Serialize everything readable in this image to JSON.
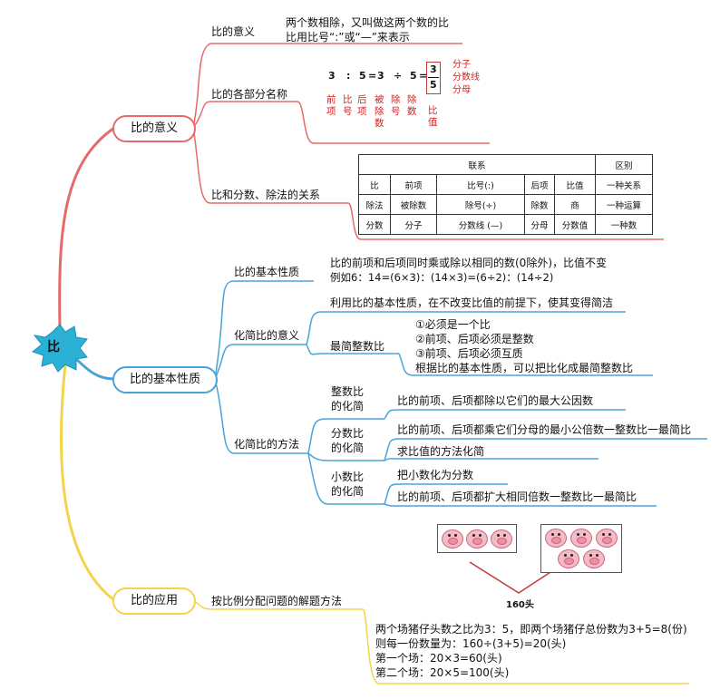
{
  "center": {
    "label": "比"
  },
  "colors": {
    "red": "#e66a6a",
    "blue": "#4aa3d8",
    "yellow": "#f4d34a",
    "center_fill": "#2bb0d6"
  },
  "branches": {
    "meaning": {
      "label": "比的意义",
      "items": {
        "definition_title": "比的意义",
        "definition_line1": "两个数相除，又叫做这两个数的比",
        "definition_line2": "比用比号“:”或“—”来表示",
        "parts_title": "比的各部分名称",
        "relation_title": "比和分数、除法的关系"
      },
      "parts_diagram": {
        "n3": "3",
        "colon": ":",
        "n5": "5",
        "eq1": "=",
        "n3b": "3",
        "div": "÷",
        "n5b": "5",
        "eq2": "=",
        "frac_top": "3",
        "frac_bottom": "5",
        "lbl_qian": "前项",
        "lbl_bihao": "比号",
        "lbl_hou": "后项",
        "lbl_beichu": "被除数",
        "lbl_chuhao": "除号",
        "lbl_chushu": "除数",
        "lbl_bizhi": "比值",
        "lbl_fenzi": "分子",
        "lbl_fenshuxian": "分数线",
        "lbl_fenmu": "分母"
      },
      "relation_table": {
        "header_link": "联系",
        "header_diff": "区别",
        "rows": [
          [
            "比",
            "前项",
            "比号(:)",
            "后项",
            "比值",
            "一种关系"
          ],
          [
            "除法",
            "被除数",
            "除号(÷)",
            "除数",
            "商",
            "一种运算"
          ],
          [
            "分数",
            "分子",
            "分数线 (—)",
            "分母",
            "分数值",
            "一种数"
          ]
        ]
      }
    },
    "property": {
      "label": "比的基本性质",
      "basic_title": "比的基本性质",
      "basic_line1": "比的前项和后项同时乘或除以相同的数(0除外)，比值不变",
      "basic_line2": "例如6：14=(6×3)：(14×3)=(6÷2)：(14÷2)",
      "simplify_meaning_title": "化简比的意义",
      "simplify_meaning_text": "利用比的基本性质，在不改变比值的前提下，使其变得简洁",
      "simplest_title": "最简整数比",
      "simplest_1": "①必须是一个比",
      "simplest_2": "②前项、后项必须是整数",
      "simplest_3": "③前项、后项必须互质",
      "simplest_4": "根据比的基本性质，可以把比化成最简整数比",
      "method_title": "化简比的方法",
      "integer_title_1": "整数比",
      "integer_title_2": "的化简",
      "integer_text": "比的前项、后项都除以它们的最大公因数",
      "fraction_title_1": "分数比",
      "fraction_title_2": "的化简",
      "fraction_text_1": "比的前项、后项都乘它们分母的最小公倍数一整数比一最简比",
      "fraction_text_2": "求比值的方法化简",
      "decimal_title_1": "小数比",
      "decimal_title_2": "的化简",
      "decimal_text_1": "把小数化为分数",
      "decimal_text_2": "比的前项、后项都扩大相同倍数一整数比一最简比"
    },
    "application": {
      "label": "比的应用",
      "method_title": "按比例分配问题的解题方法",
      "total_label": "160头",
      "line1": "两个场猪仔头数之比为3：5，即两个场猪仔总份数为3+5=8(份)",
      "line2": "则每一份数量为：160÷(3+5)=20(头)",
      "line3": "第一个场：20×3=60(头)",
      "line4": "第二个场：20×5=100(头)"
    }
  }
}
